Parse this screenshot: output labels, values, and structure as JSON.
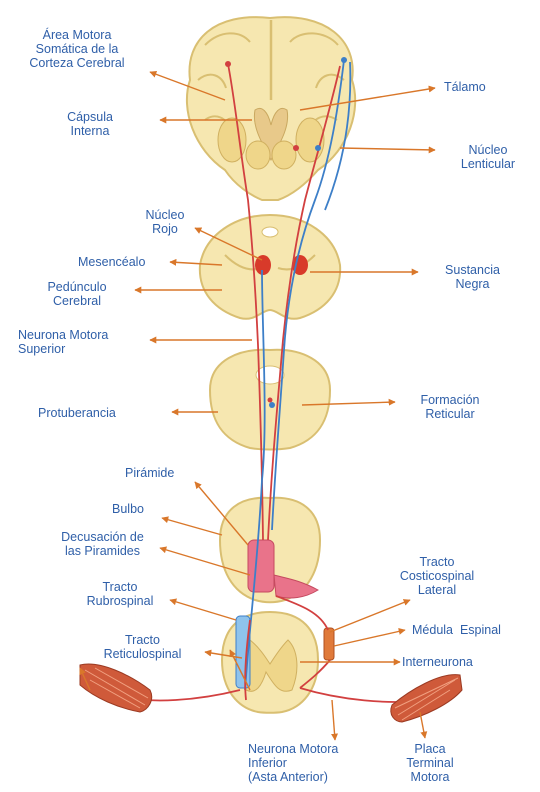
{
  "labels": {
    "area_motora": [
      "Área Motora",
      "Somática de la",
      "Corteza Cerebral"
    ],
    "capsula": [
      "Cápsula",
      "Interna"
    ],
    "talamo": [
      "Tálamo"
    ],
    "nucleo_lenticular": [
      "Núcleo",
      "Lenticular"
    ],
    "nucleo_rojo": [
      "Núcleo",
      "Rojo"
    ],
    "mesencefalo": [
      "Mesencéalo"
    ],
    "pedunculo": [
      "Pedúnculo",
      "Cerebral"
    ],
    "sustancia_negra": [
      "Sustancia",
      "Negra"
    ],
    "neurona_superior": [
      "Neurona Motora",
      "Superior"
    ],
    "protuberancia": [
      "Protuberancia"
    ],
    "formacion": [
      "Formación",
      "Reticular"
    ],
    "piramide": [
      "Pirámide"
    ],
    "bulbo": [
      "Bulbo"
    ],
    "decusacion": [
      "Decusación de",
      "las Piramides"
    ],
    "rubrospinal": [
      "Tracto",
      "Rubrospinal"
    ],
    "corticospinal": [
      "Tracto",
      "Costicospinal",
      "Lateral"
    ],
    "medula": [
      "Médula  Espinal"
    ],
    "reticulospinal": [
      "Tracto",
      "Reticulospinal"
    ],
    "interneurona": [
      "Interneurona"
    ],
    "neurona_inferior": [
      "Neurona Motora",
      "Inferior",
      "(Asta Anterior)"
    ],
    "placa": [
      "Placa",
      "Terminal",
      "Motora"
    ]
  },
  "colors": {
    "tissue": "#f6e7b0",
    "tissue_edge": "#d9bf72",
    "gray_matter": "#efd68a",
    "label_text": "#2f5fa8",
    "arrow": "#d9772a",
    "upper_neuron": "#d24040",
    "blue_tract": "#3d7fc8",
    "muscle": "#cf5a3a"
  }
}
